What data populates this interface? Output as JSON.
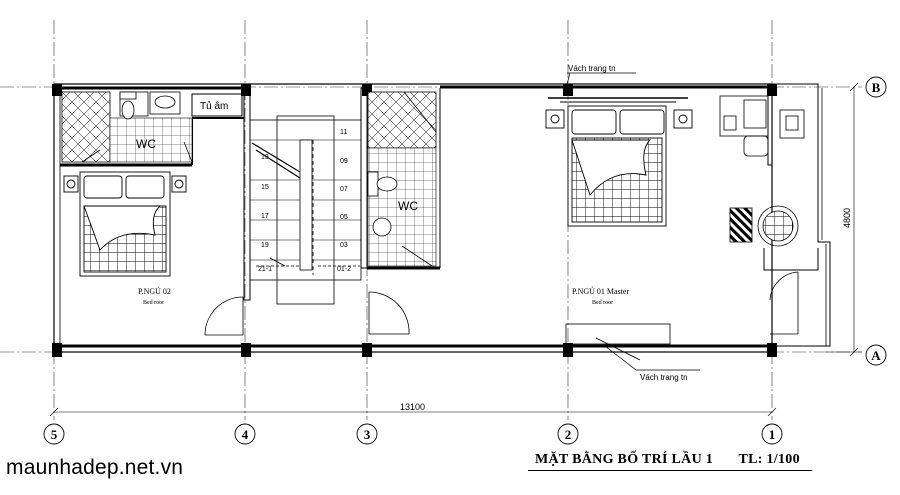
{
  "plan": {
    "axes": {
      "columns": [
        "5",
        "4",
        "3",
        "2",
        "1"
      ],
      "rows": [
        "B",
        "A"
      ]
    },
    "dimensions": {
      "overall_length": "13100",
      "overall_width": "4800"
    },
    "rooms": {
      "bedroom2_name": "P.NGỦ 02",
      "bedroom2_sub": "Bed roor",
      "bedroom1_name": "P.NGỦ 01 Master",
      "bedroom1_sub": "Bed roor",
      "wc_left": "WC",
      "wc_right": "WC",
      "wardrobe": "Tủ âm"
    },
    "notes": {
      "partition_top": "Vách trang tn",
      "partition_bottom": "Vách trang tn"
    },
    "stair_steps": {
      "left": [
        "13",
        "15",
        "17",
        "19",
        "21-1"
      ],
      "right": [
        "11",
        "09",
        "07",
        "05",
        "03",
        "01-2"
      ]
    },
    "title": "MẶT BẰNG BỐ TRÍ LẦU 1",
    "scale": "TL: 1/100",
    "watermark": "maunhadep.net.vn"
  }
}
